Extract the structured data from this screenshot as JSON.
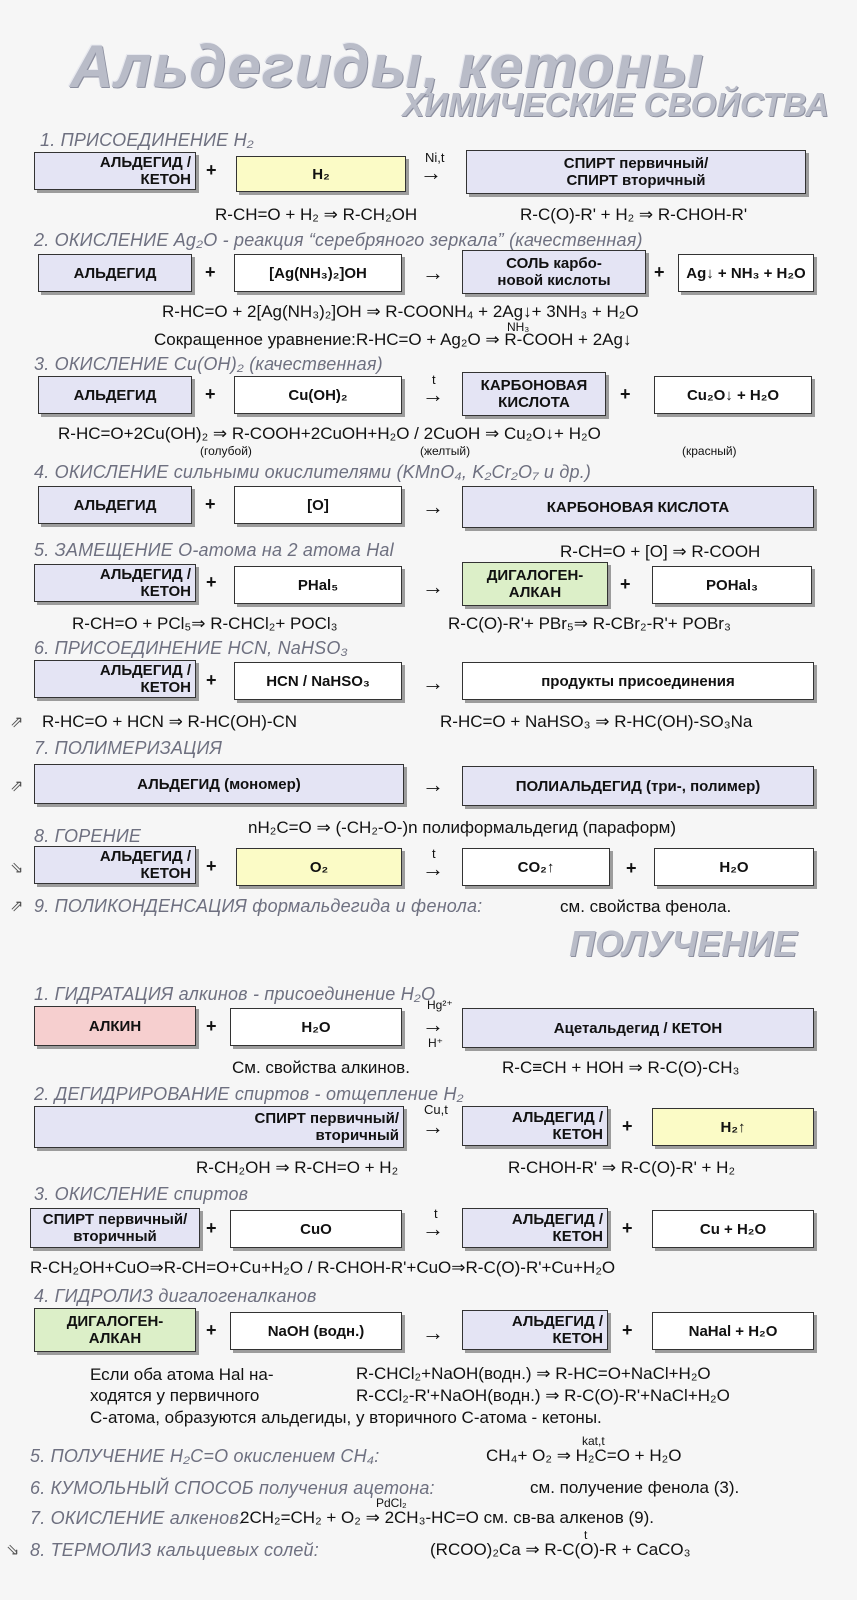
{
  "title": "Альдегиды, кетоны",
  "subtitle": "ХИМИЧЕСКИЕ СВОЙСТВА",
  "receipt_title": "ПОЛУЧЕНИЕ",
  "ops": {
    "plus": "+",
    "arrow": "→"
  },
  "props": {
    "s1": {
      "heading": "1. ПРИСОЕДИНЕНИЕ H₂",
      "box1": "АЛЬДЕГИД /\nКЕТОН",
      "box2": "H₂",
      "cond": "Ni,t",
      "box3": "СПИРТ первичный/\nСПИРТ вторичный",
      "eq1": "R-CH=O + H₂ ⇒ R-CH₂OH",
      "eq2": "R-C(O)-R' + H₂ ⇒ R-CHOH-R'"
    },
    "s2": {
      "heading": "2. ОКИСЛЕНИЕ Ag₂O - реакция “серебряного зеркала” (качественная)",
      "box1": "АЛЬДЕГИД",
      "box2": "[Ag(NH₃)₂]OH",
      "box3": "СОЛЬ карбо-\nновой кислоты",
      "box4": "Ag↓ + NH₃ + H₂O",
      "eq1": "R-HC=O + 2[Ag(NH₃)₂]OH ⇒ R-COONH₄ + 2Ag↓+ 3NH₃ + H₂O",
      "eq2_label": "Сокращенное уравнение:",
      "eq2": "R-HC=O + Ag₂O ⇒ R-COOH + 2Ag↓",
      "eq2_cond": "NH₃"
    },
    "s3": {
      "heading": "3. ОКИСЛЕНИЕ Cu(OH)₂ (качественная)",
      "box1": "АЛЬДЕГИД",
      "box2": "Cu(OH)₂",
      "cond": "t",
      "box3": "КАРБОНОВАЯ\nКИСЛОТА",
      "box4": "Cu₂O↓ + H₂O",
      "eq": "R-HC=O+2Cu(OH)₂ ⇒ R-COOH+2CuOH+H₂O  /  2CuOH ⇒ Cu₂O↓+ H₂O",
      "note1": "(голубой)",
      "note2": "(желтый)",
      "note3": "(красный)"
    },
    "s4": {
      "heading": "4. ОКИСЛЕНИЕ сильными окислителями (KMnO₄, K₂Cr₂O₇ и др.)",
      "box1": "АЛЬДЕГИД",
      "box2": "[O]",
      "box3": "КАРБОНОВАЯ КИСЛОТА"
    },
    "s5": {
      "heading": "5. ЗАМЕЩЕНИЕ О-атома на 2 атома Hal",
      "eq0": "R-CH=O + [O] ⇒ R-COOH",
      "box1": "АЛЬДЕГИД /\nКЕТОН",
      "box2": "PHal₅",
      "box3": "ДИГАЛОГЕН-\nАЛКАН",
      "box4": "POHal₃",
      "eq1": "R-CH=O + PCl₅⇒ R-CHCl₂+ POCl₃",
      "eq2": "R-C(O)-R'+ PBr₅⇒ R-CBr₂-R'+ POBr₃"
    },
    "s6": {
      "heading": "6. ПРИСОЕДИНЕНИЕ HCN, NaHSO₃",
      "box1": "АЛЬДЕГИД /\nКЕТОН",
      "box2": "HCN / NaHSO₃",
      "box3": "продукты присоединения",
      "eq1": "R-HC=O + HCN ⇒ R-HC(OH)-CN",
      "eq2": "R-HC=O + NaHSO₃ ⇒ R-HC(OH)-SO₃Na"
    },
    "s7": {
      "heading": "7. ПОЛИМЕРИЗАЦИЯ",
      "box1": "АЛЬДЕГИД (мономер)",
      "box2": "ПОЛИАЛЬДЕГИД (три-, полимер)"
    },
    "s8": {
      "heading": "8. ГОРЕНИЕ",
      "eq0": "nH₂C=O ⇒ (-CH₂-O-)n полиформальдегид (параформ)",
      "box1": "АЛЬДЕГИД /\nКЕТОН",
      "box2": "O₂",
      "cond": "t",
      "box3": "CO₂↑",
      "box4": "H₂O"
    },
    "s9": {
      "heading": "9. ПОЛИКОНДЕНСАЦИЯ формальдегида и фенола:",
      "tail": "см. свойства фенола."
    }
  },
  "prep": {
    "p1": {
      "heading": "1. ГИДРАТАЦИЯ алкинов - присоединение H₂O",
      "box1": "АЛКИН",
      "box2": "H₂O",
      "cond_top": "Hg²⁺",
      "cond_bot": "H⁺",
      "box3": "Ацетальдегид / КЕТОН",
      "note": "См. свойства алкинов.",
      "eq": "R-C≡CH + HOH ⇒ R-C(O)-CH₃"
    },
    "p2": {
      "heading": "2. ДЕГИДРИРОВАНИЕ спиртов - отщепление H₂",
      "box1": "СПИРТ первичный/\nвторичный",
      "cond": "Cu,t",
      "box2": "АЛЬДЕГИД /\nКЕТОН",
      "box3": "H₂↑",
      "eq1": "R-CH₂OH ⇒ R-CH=O + H₂",
      "eq2": "R-CHOH-R' ⇒ R-C(O)-R' + H₂"
    },
    "p3": {
      "heading": "3. ОКИСЛЕНИЕ спиртов",
      "box1": "СПИРТ первичный/\nвторичный",
      "box2": "CuO",
      "cond": "t",
      "box3": "АЛЬДЕГИД /\nКЕТОН",
      "box4": "Cu + H₂O",
      "eq": "R-CH₂OH+CuO⇒R-CH=O+Cu+H₂O  /  R-CHOH-R'+CuO⇒R-C(O)-R'+Cu+H₂O"
    },
    "p4": {
      "heading": "4. ГИДРОЛИЗ дигалогеналканов",
      "box1": "ДИГАЛОГЕН-\nАЛКАН",
      "box2": "NaOH (водн.)",
      "box3": "АЛЬДЕГИД /\nКЕТОН",
      "box4": "NaHal + H₂O",
      "text1": "Если оба атома Hal на-\nходятся у первичного",
      "eq1": "R-CHCl₂+NaOH(водн.) ⇒ R-HC=O+NaCl+H₂O",
      "eq2": "R-CCl₂-R'+NaOH(водн.) ⇒ R-C(O)-R'+NaCl+H₂O",
      "text2": "С-атома, образуются альдегиды, у вторичного С-атома - кетоны."
    },
    "p5": {
      "heading": "5. ПОЛУЧЕНИЕ H₂C=O окислением CH₄:",
      "eq": "CH₄+ O₂ ⇒ H₂C=O + H₂O",
      "cond": "kat,t"
    },
    "p6": {
      "heading": "6. КУМОЛЬНЫЙ СПОСОБ получения ацетона:",
      "tail": "см. получение фенола (3)."
    },
    "p7": {
      "heading": "7. ОКИСЛЕНИЕ алкенов:",
      "eq": "2CH₂=CH₂ + O₂ ⇒ 2CH₃-HC=O см. св-ва алкенов (9).",
      "cond": "PdCl₂"
    },
    "p8": {
      "heading": "8. ТЕРМОЛИЗ кальциевых солей:",
      "eq": "(RCOO)₂Ca ⇒ R-C(O)-R + CaCO₃",
      "cond": "t"
    }
  }
}
